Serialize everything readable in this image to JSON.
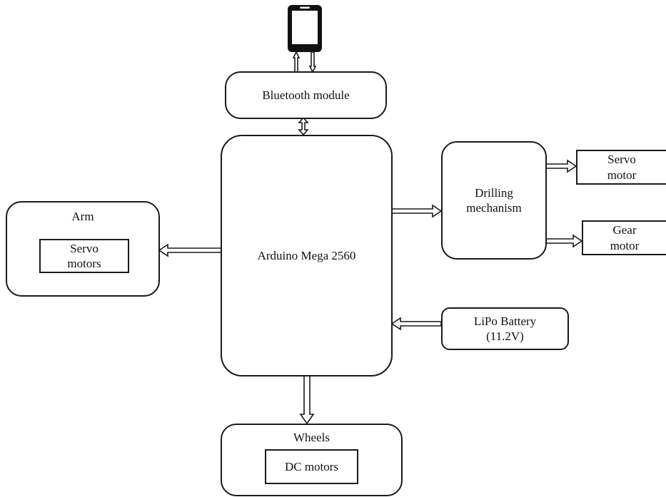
{
  "blocks": {
    "bluetooth": "Bluetooth module",
    "arduino": "Arduino Mega 2560",
    "arm": "Arm",
    "arm_servo": "Servo\nmotors",
    "drilling": "Drilling\nmechanism",
    "servo_motor": "Servo\nmotor",
    "gear_motor": "Gear\nmotor",
    "battery": "LiPo Battery\n(11.2V)",
    "wheels": "Wheels",
    "dc_motors": "DC motors"
  },
  "icons": {
    "phone": "smartphone-icon"
  }
}
